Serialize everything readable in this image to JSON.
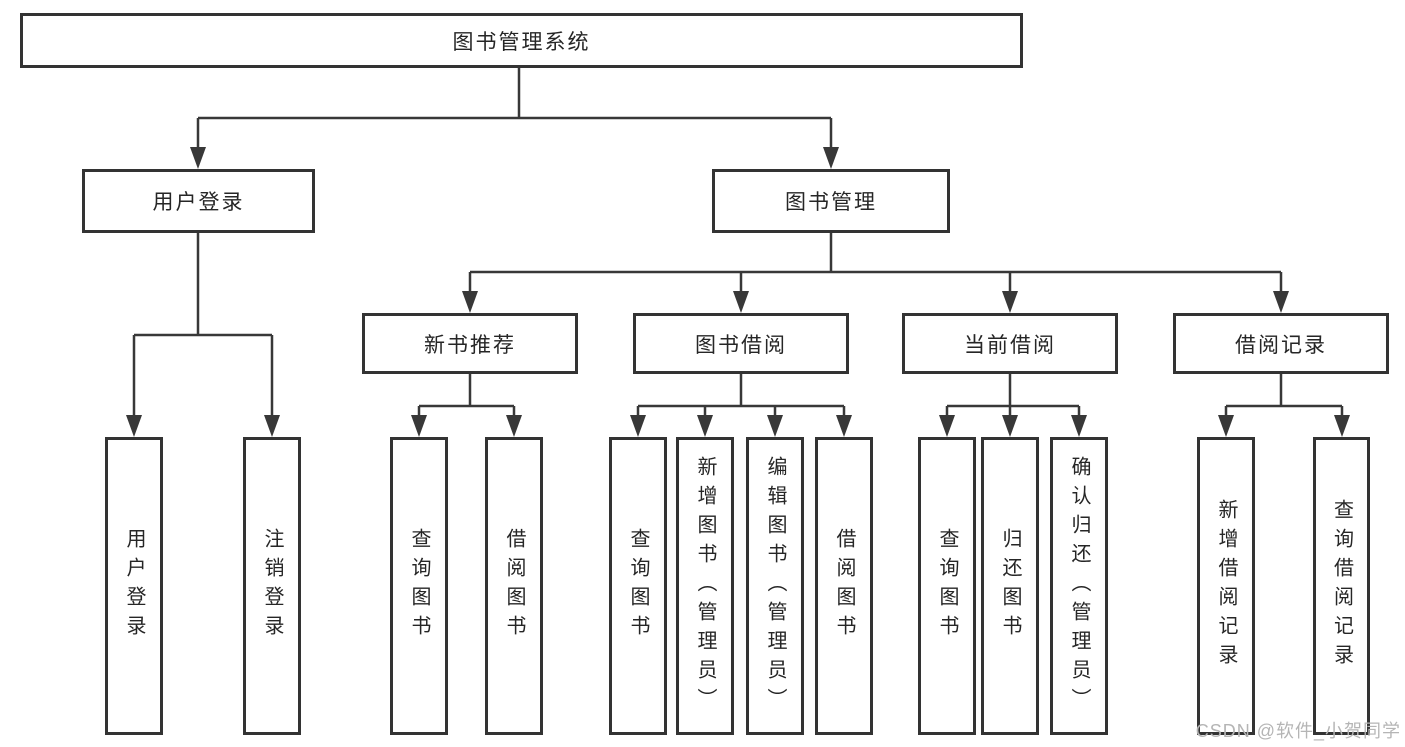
{
  "diagram": {
    "title": "图书管理系统",
    "level2": [
      {
        "label": "用户登录"
      },
      {
        "label": "图书管理"
      }
    ],
    "level3": [
      {
        "label": "新书推荐"
      },
      {
        "label": "图书借阅"
      },
      {
        "label": "当前借阅"
      },
      {
        "label": "借阅记录"
      }
    ],
    "leaves": [
      {
        "label": "用户登录"
      },
      {
        "label": "注销登录"
      },
      {
        "label": "查询图书"
      },
      {
        "label": "借阅图书"
      },
      {
        "label": "查询图书"
      },
      {
        "label": "新增图书（管理员）"
      },
      {
        "label": "编辑图书（管理员）"
      },
      {
        "label": "借阅图书"
      },
      {
        "label": "查询图书"
      },
      {
        "label": "归还图书"
      },
      {
        "label": "确认归还（管理员）"
      },
      {
        "label": "新增借阅记录"
      },
      {
        "label": "查询借阅记录"
      }
    ]
  },
  "watermark": {
    "text": "CSDN @软件_小贺同学"
  },
  "colors": {
    "line": "#383838",
    "box_border": "#333333",
    "text": "#262626",
    "watermark": "#b5b5b5",
    "background": "#ffffff"
  }
}
